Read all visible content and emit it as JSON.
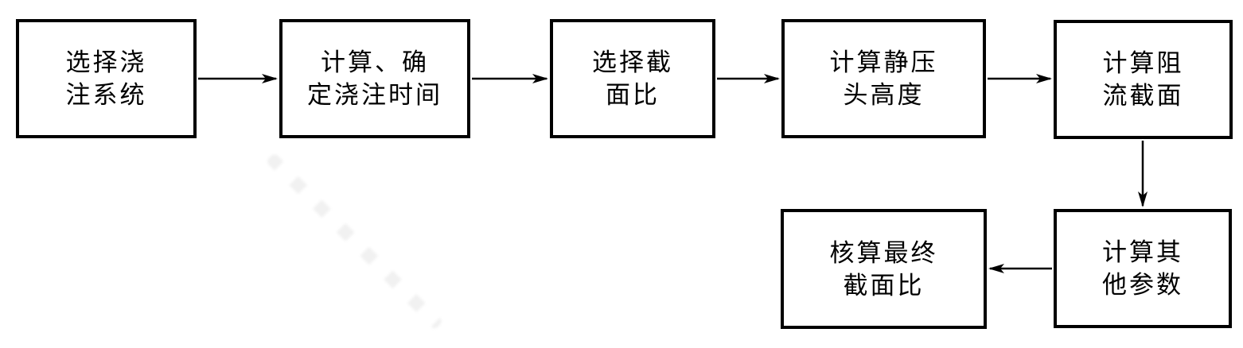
{
  "diagram": {
    "type": "flowchart",
    "language": "zh",
    "colors": {
      "background": "#ffffff",
      "box_border": "#000000",
      "box_fill": "#ffffff",
      "arrow": "#000000",
      "text": "#000000"
    },
    "boxes": [
      {
        "name": "select-pouring-system",
        "line1": "选择浇",
        "line2": "注系统"
      },
      {
        "name": "calc-pouring-time",
        "line1": "计算、确",
        "line2": "定浇注时间"
      },
      {
        "name": "select-section-ratio",
        "line1": "选择截",
        "line2": "面比"
      },
      {
        "name": "calc-static-head-height",
        "line1": "计算静压",
        "line2": "头高度"
      },
      {
        "name": "calc-choke-section",
        "line1": "计算阻",
        "line2": "流截面"
      },
      {
        "name": "calc-other-parameters",
        "line1": "计算其",
        "line2": "他参数"
      },
      {
        "name": "verify-final-section-ratio",
        "line1": "核算最终",
        "line2": "截面比"
      }
    ],
    "flow": [
      "select-pouring-system -> calc-pouring-time",
      "calc-pouring-time -> select-section-ratio",
      "select-section-ratio -> calc-static-head-height",
      "calc-static-head-height -> calc-choke-section",
      "calc-choke-section -> calc-other-parameters",
      "calc-other-parameters -> verify-final-section-ratio"
    ]
  }
}
